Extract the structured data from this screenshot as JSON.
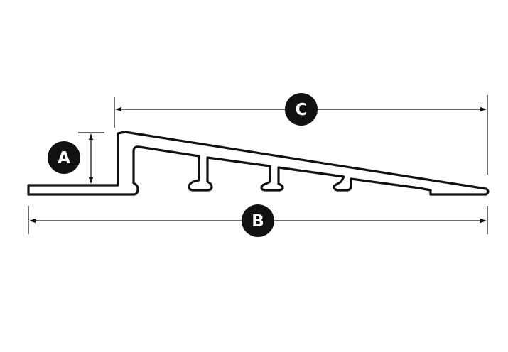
{
  "colors": {
    "background": "#ffffff",
    "stroke": "#111111",
    "badge_fill": "#111111",
    "badge_text": "#ffffff"
  },
  "dimensions": {
    "a": {
      "label": "A"
    },
    "b": {
      "label": "B"
    },
    "c": {
      "label": "C"
    }
  }
}
